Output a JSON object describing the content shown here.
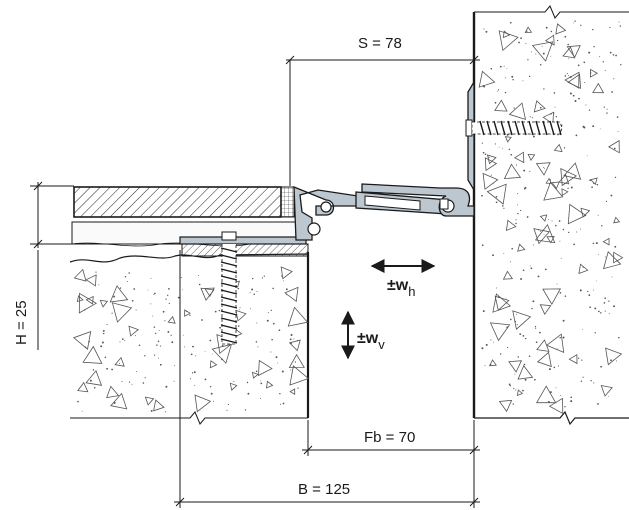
{
  "dimensions": {
    "s": "S = 78",
    "h": "H = 25",
    "fb": "Fb = 70",
    "b": "B = 125"
  },
  "movements": {
    "horizontal": {
      "prefix": "±w",
      "sub": "h"
    },
    "vertical": {
      "prefix": "±w",
      "sub": "v"
    }
  },
  "colors": {
    "profile": "#bcc7d0",
    "line": "#1a1a1a",
    "concrete_grit": "#555555"
  }
}
